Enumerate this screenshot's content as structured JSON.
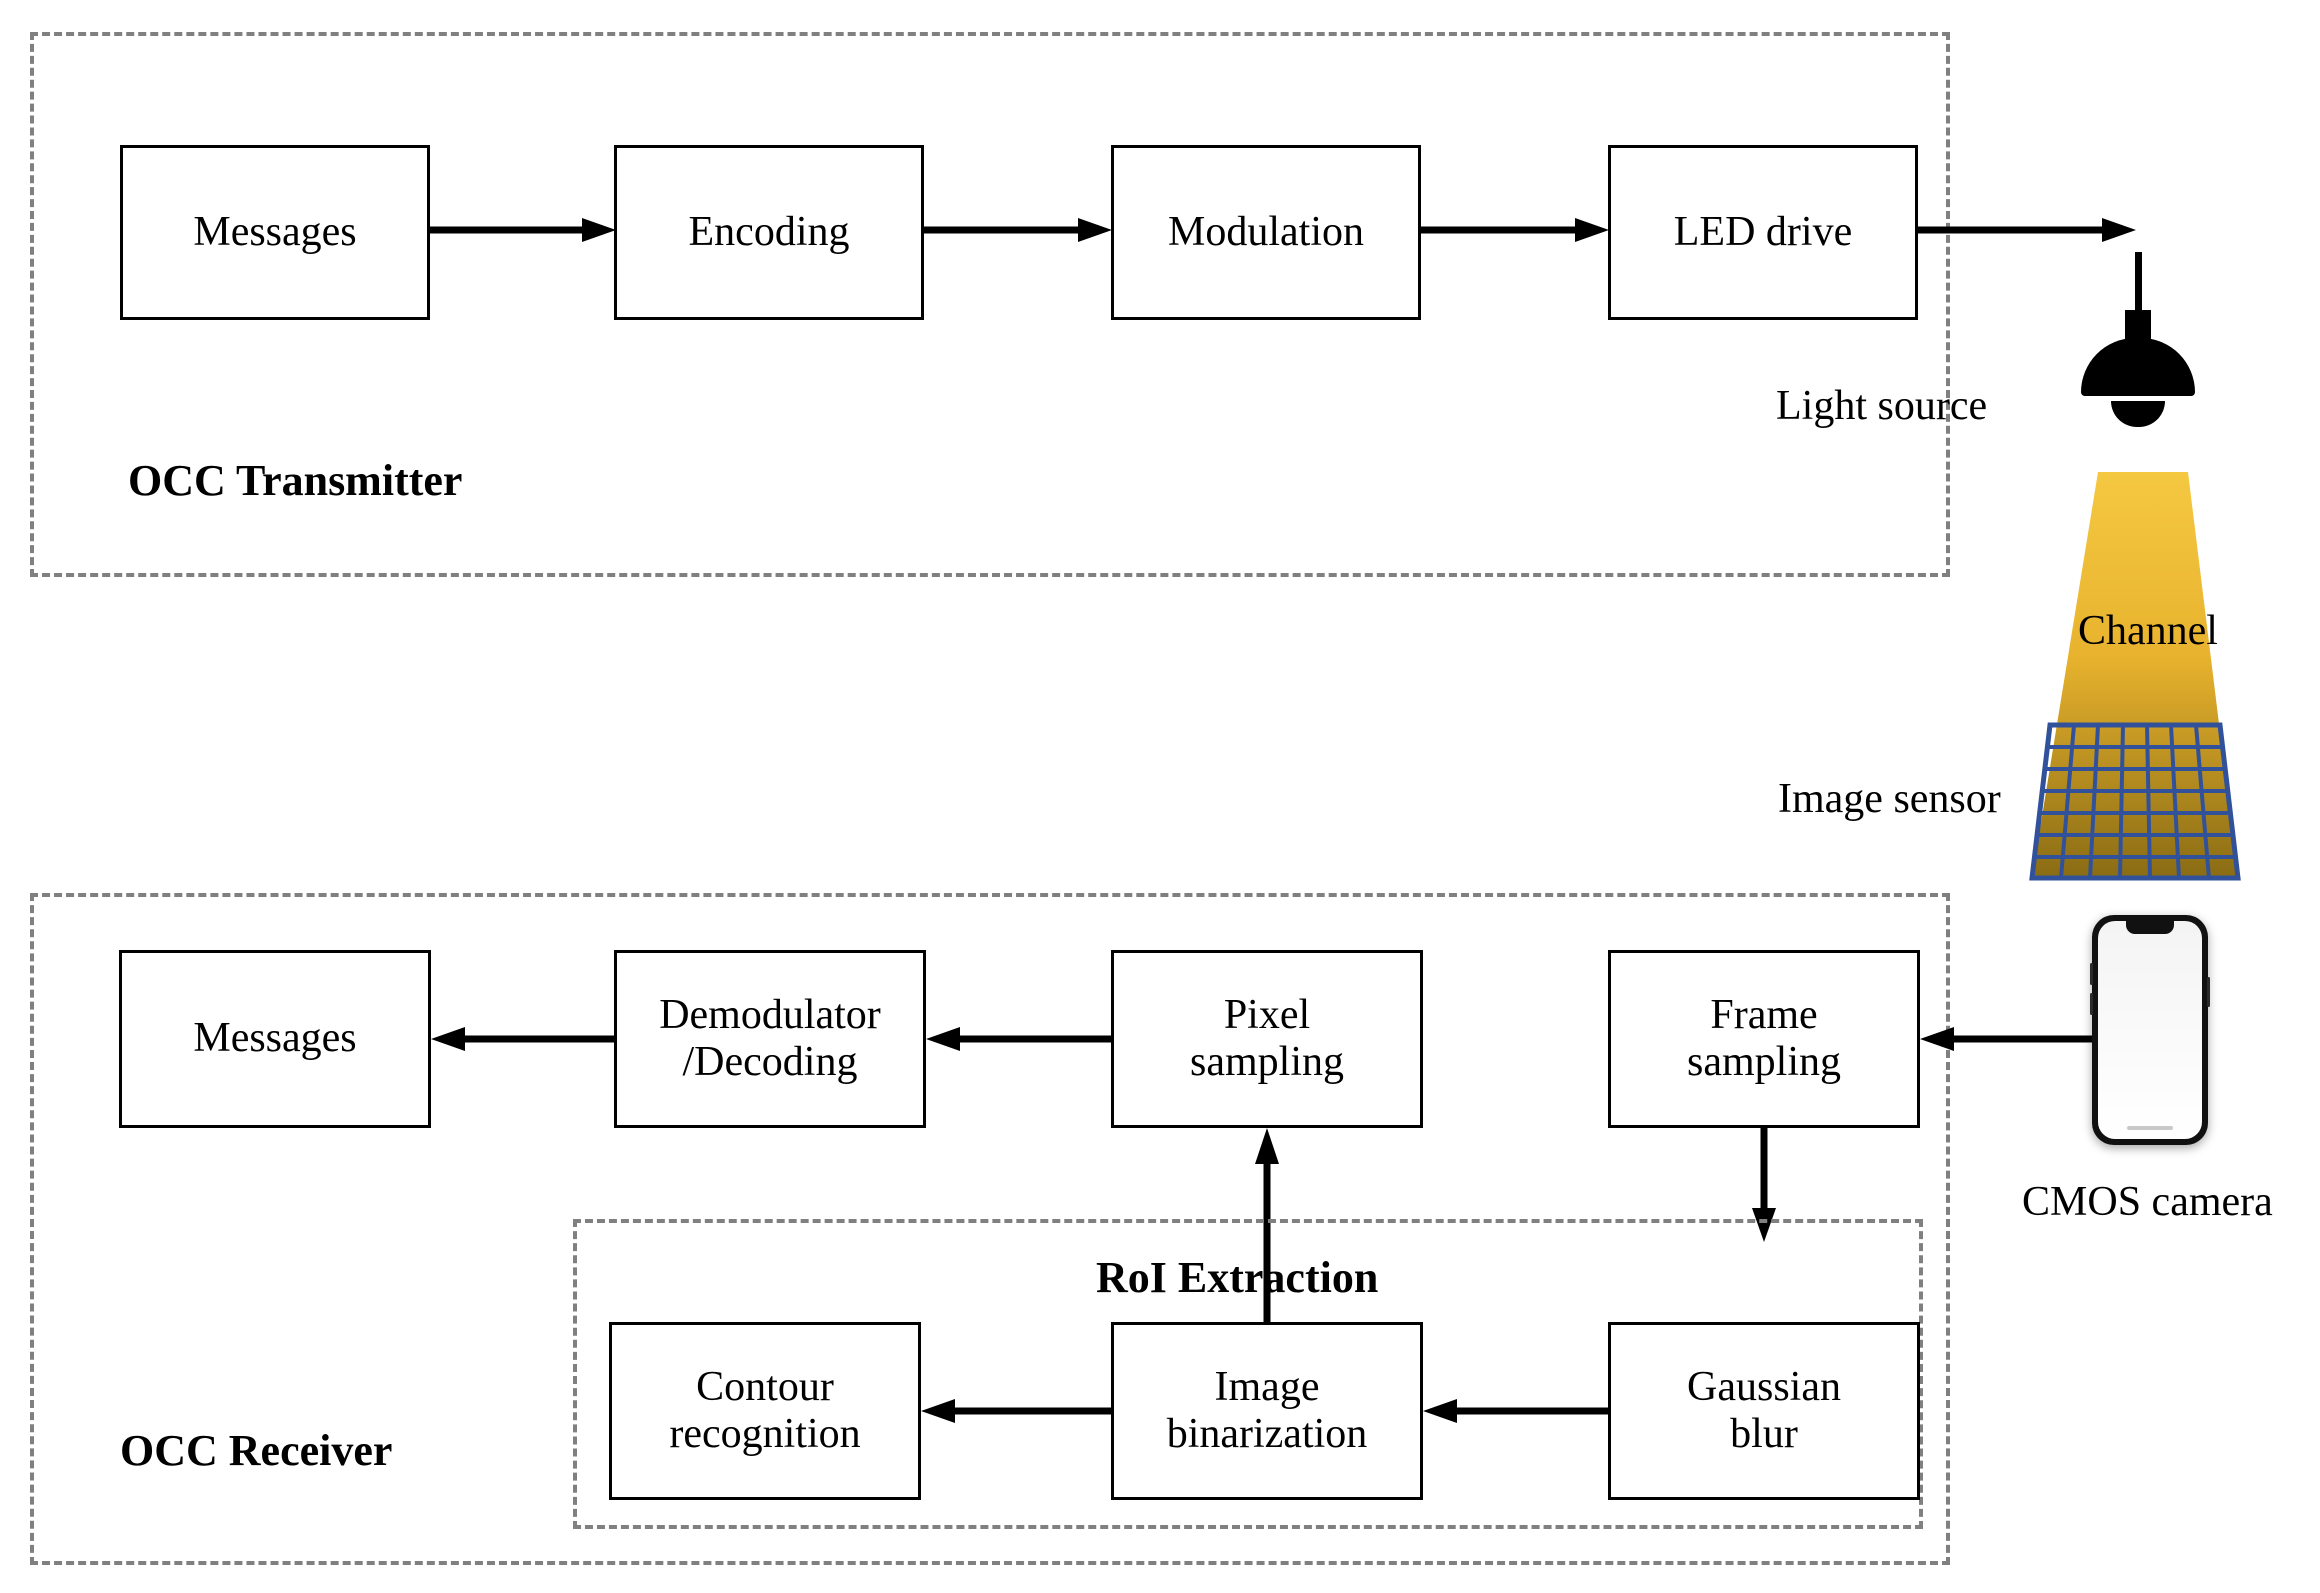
{
  "diagram": {
    "title_hidden": "OCC transmitter and receiver block diagram",
    "transmitter": {
      "group_label": "OCC Transmitter",
      "blocks": [
        {
          "id": "messages-tx",
          "label": "Messages"
        },
        {
          "id": "encoding",
          "label": "Encoding"
        },
        {
          "id": "modulation",
          "label": "Modulation"
        },
        {
          "id": "led-drive",
          "label": "LED drive"
        }
      ]
    },
    "receiver": {
      "group_label": "OCC Receiver",
      "blocks": [
        {
          "id": "messages-rx",
          "label": "Messages"
        },
        {
          "id": "demodulator-decoding",
          "line1": "Demodulator",
          "line2": "/Decoding"
        },
        {
          "id": "pixel-sampling",
          "line1": "Pixel",
          "line2": "sampling"
        },
        {
          "id": "frame-sampling",
          "line1": "Frame",
          "line2": "sampling"
        }
      ]
    },
    "roi": {
      "group_label": "RoI Extraction",
      "blocks": [
        {
          "id": "contour-recognition",
          "line1": "Contour",
          "line2": "recognition"
        },
        {
          "id": "image-binarization",
          "line1": "Image",
          "line2": "binarization"
        },
        {
          "id": "gaussian-blur",
          "line1": "Gaussian",
          "line2": "blur"
        }
      ]
    },
    "channel_labels": {
      "light_source": "Light  source",
      "channel": "Channel",
      "image_sensor": "Image sensor",
      "cmos_camera": "CMOS camera"
    },
    "icons": {
      "lamp": "pendant-lamp-icon",
      "beam": "light-beam-icon",
      "sensor_grid": "image-sensor-grid-icon",
      "phone": "smartphone-icon"
    },
    "colors": {
      "beam_top": "#f5c842",
      "beam_bottom": "#9a7a1a",
      "sensor_outline": "#31529b",
      "dashed_border": "#808080",
      "box_border": "#000000",
      "text": "#000000"
    },
    "sensor_grid": {
      "cols": 7,
      "rows": 7
    }
  }
}
